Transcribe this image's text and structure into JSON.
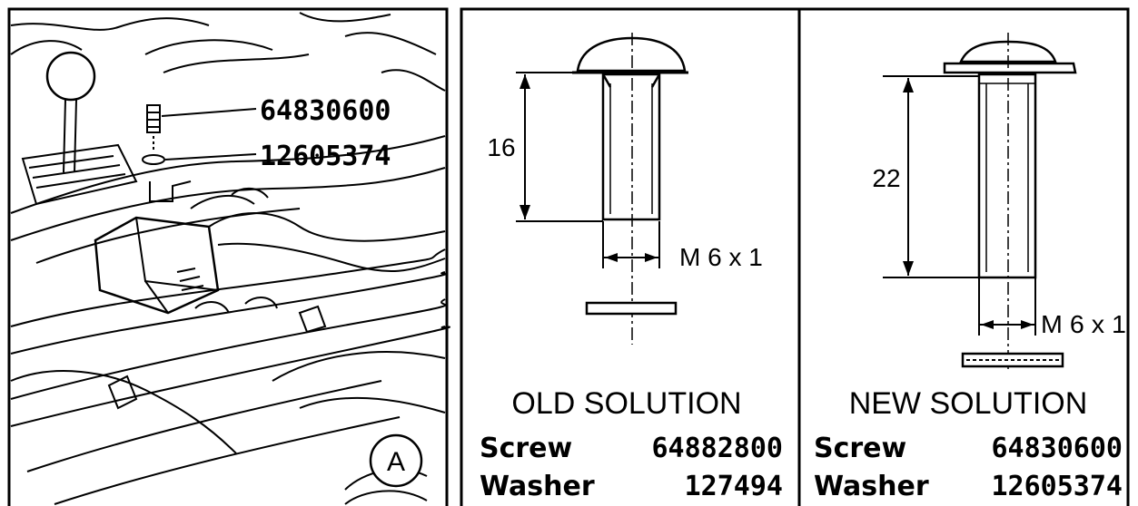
{
  "callouts": {
    "screw_part": "64830600",
    "washer_part": "12605374",
    "view_letter": "A"
  },
  "old": {
    "heading": "OLD SOLUTION",
    "length": "16",
    "thread": "M 6 x 1",
    "rows": [
      {
        "label": "Screw",
        "value": "64882800"
      },
      {
        "label": "Washer",
        "value": "127494"
      }
    ]
  },
  "new": {
    "heading": "NEW SOLUTION",
    "length": "22",
    "thread": "M 6 x 1",
    "rows": [
      {
        "label": "Screw",
        "value": "64830600"
      },
      {
        "label": "Washer",
        "value": "12605374"
      }
    ]
  }
}
